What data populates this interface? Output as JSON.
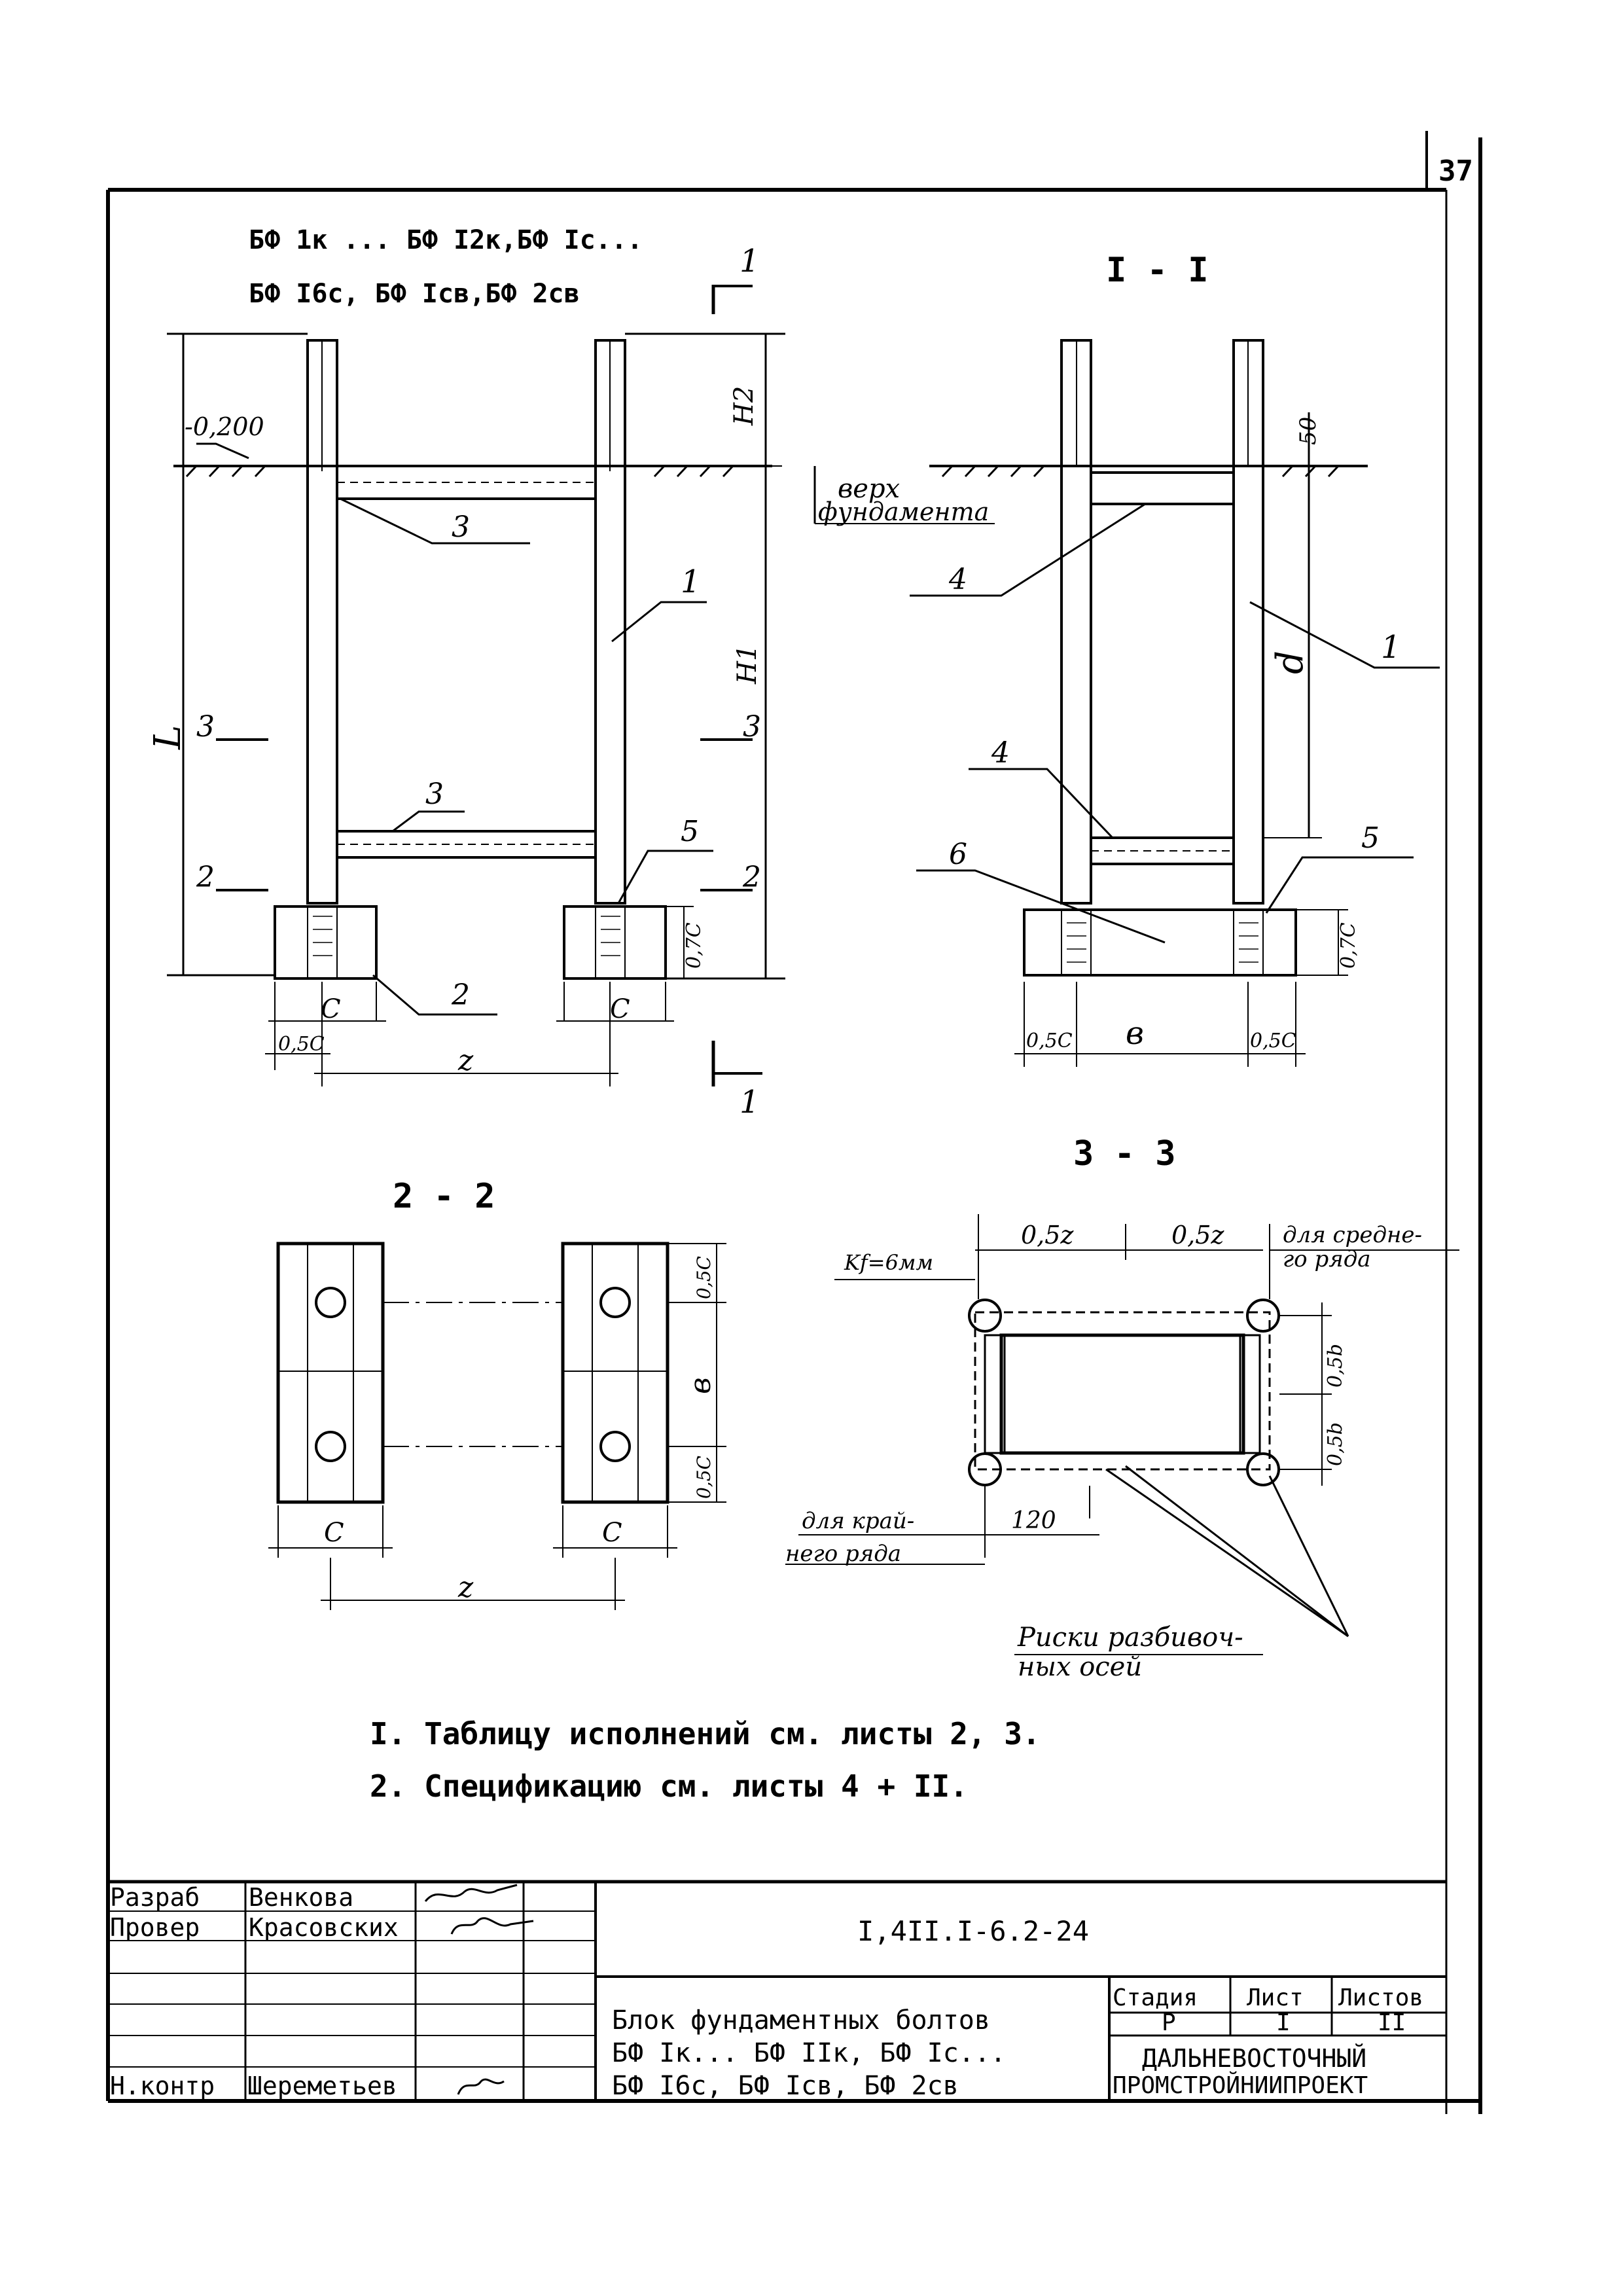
{
  "sheet_number": "37",
  "drawing": {
    "title_line1": "БФ 1к ... БФ I2к,БФ Iс...",
    "title_line2": "БФ I6с, БФ Iсв,БФ 2св",
    "section_cut_label": "1",
    "section_I_I": "I - I",
    "section_2_2": "2 - 2",
    "section_3_3": "3 - 3",
    "level_mark": "-0,200",
    "top_of_foundation_1": "верх",
    "top_of_foundation_2": "фундамента",
    "dim_H2": "H2",
    "dim_H1": "H1",
    "dim_L": "L",
    "dim_d": "d",
    "dim_50": "50",
    "dim_c": "C",
    "dim_05c": "0,5C",
    "dim_07c": "0,7C",
    "dim_z": "z",
    "dim_b": "в",
    "dim_05z": "0,5z",
    "dim_05b": "0,5b",
    "dim_120": "120",
    "weld_k": "Kf=6мм",
    "middle_row_1": "для средне-",
    "middle_row_2": "го ряда",
    "edge_row_1": "для край-",
    "edge_row_2": "него ряда",
    "axis_marks_1": "Риски разбивоч-",
    "axis_marks_2": "ных осей",
    "pos_1": "1",
    "pos_2": "2",
    "pos_3": "3",
    "pos_4": "4",
    "pos_5": "5",
    "pos_6": "6"
  },
  "notes": [
    "I. Таблицу исполнений см. листы 2, 3.",
    "2. Спецификацию см. листы  4 + II."
  ],
  "title_block": {
    "rows": [
      {
        "role": "Разраб",
        "name": "Венкова"
      },
      {
        "role": "Провер",
        "name": "Красовских"
      },
      {
        "role": "",
        "name": ""
      },
      {
        "role": "",
        "name": ""
      },
      {
        "role": "",
        "name": ""
      },
      {
        "role": "",
        "name": ""
      },
      {
        "role": "Н.контр",
        "name": "Шереметьев"
      }
    ],
    "doc_code": "I,4II.I-6.2-24",
    "name_line1": "Блок фундаментных болтов",
    "name_line2": "БФ Iк... БФ IIк, БФ Iс...",
    "name_line3": "БФ I6с, БФ Iсв, БФ 2св",
    "stage_label": "Стадия",
    "sheet_label": "Лист",
    "sheets_label": "Листов",
    "stage": "Р",
    "sheet": "I",
    "sheets": "II",
    "org_line1": "ДАЛЬНЕВОСТОЧНЫЙ",
    "org_line2": "ПРОМСТРОЙНИИПРОЕКТ"
  }
}
